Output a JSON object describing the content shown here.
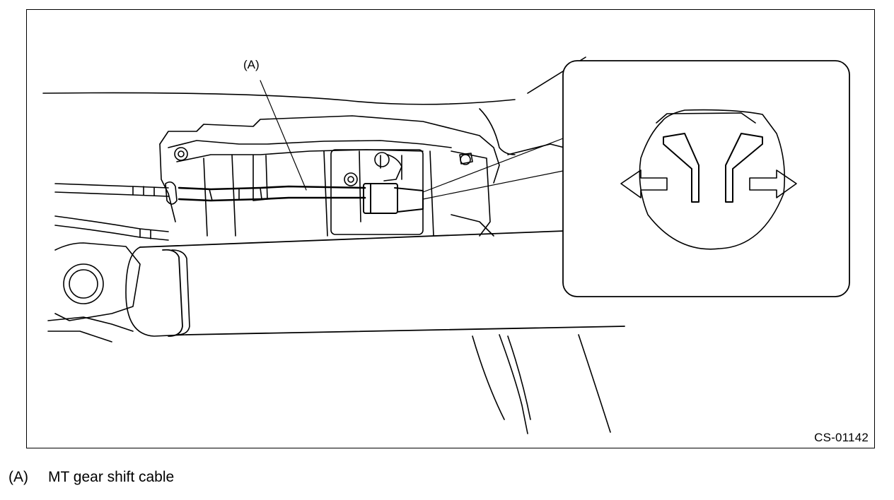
{
  "figure": {
    "code": "CS-01142",
    "callout_label": "(A)",
    "detail_arrows": [
      "outward-left-arrow",
      "outward-right-arrow"
    ],
    "colors": {
      "line": "#000000",
      "background": "#ffffff"
    }
  },
  "legend": [
    {
      "key": "(A)",
      "text": "MT gear shift cable"
    }
  ]
}
